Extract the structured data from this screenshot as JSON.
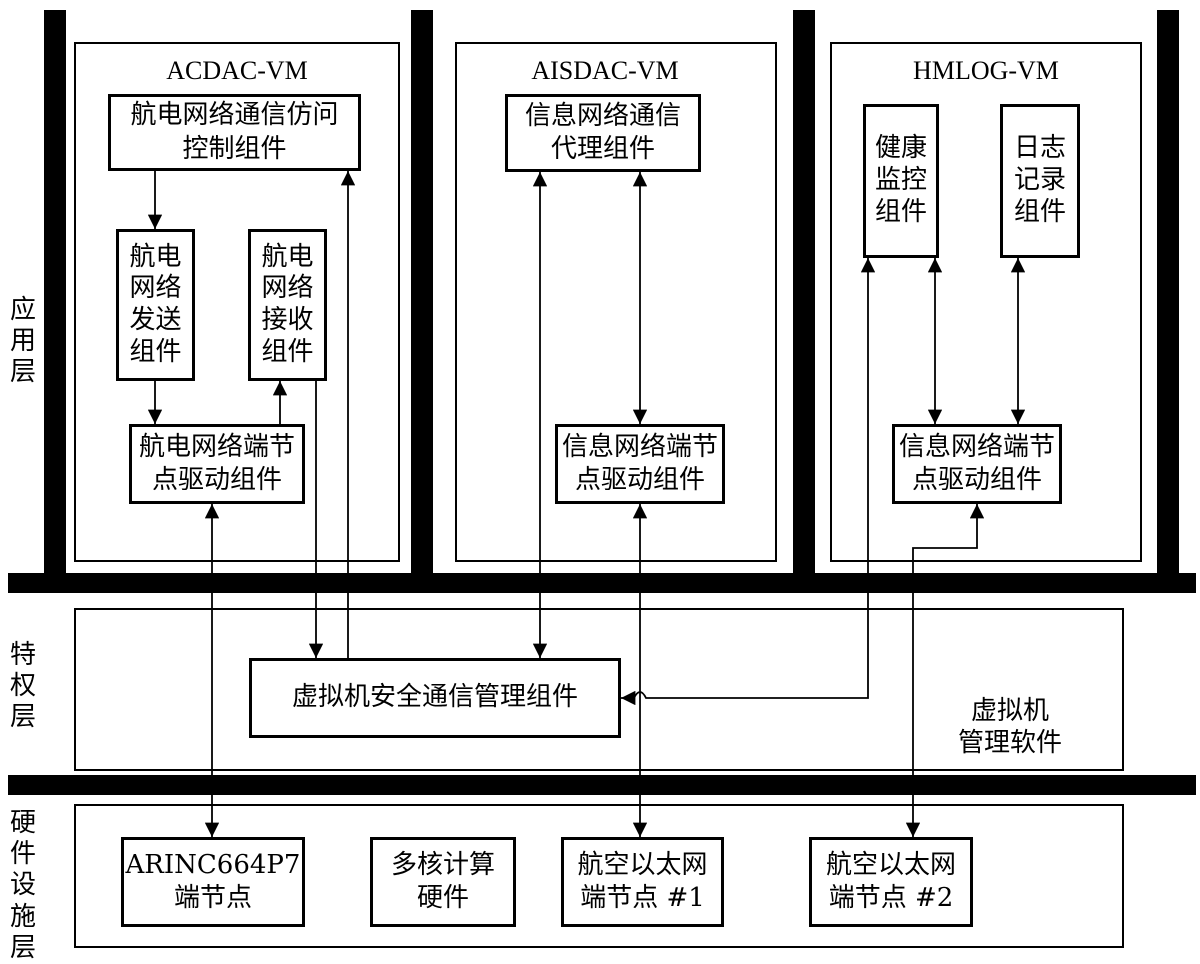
{
  "layers": {
    "application": "应\n用\n层",
    "privileged": "特\n权\n层",
    "hardware": "硬\n件\n设\n施\n层"
  },
  "vms": [
    {
      "title": "ACDAC-VM",
      "components": {
        "access_control": "航电网络通信仿问\n控制组件",
        "send": "航电\n网络\n发送\n组件",
        "receive": "航电\n网络\n接收\n组件",
        "driver": "航电网络端节\n点驱动组件"
      }
    },
    {
      "title": "AISDAC-VM",
      "components": {
        "proxy": "信息网络通信\n代理组件",
        "driver": "信息网络端节\n点驱动组件"
      }
    },
    {
      "title": "HMLOG-VM",
      "components": {
        "health": "健康\n监控\n组件",
        "log": "日志\n记录\n组件",
        "driver": "信息网络端节\n点驱动组件"
      }
    }
  ],
  "privileged": {
    "secure_comm": "虚拟机安全通信管理组件",
    "vmm": "虚拟机\n管理软件"
  },
  "hardware": {
    "arinc": "ARINC664P7\n端节点",
    "multicore": "多核计算\n硬件",
    "eth1": "航空以太网\n端节点 #1",
    "eth2": "航空以太网\n端节点 #2"
  }
}
